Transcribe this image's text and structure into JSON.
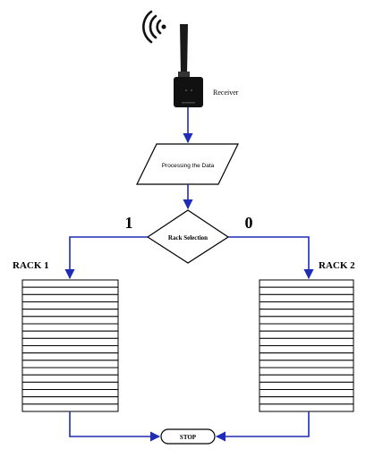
{
  "receiver": {
    "label": "Receiver",
    "icon": "wireless-receiver-icon",
    "signal_icon": "wifi-signal-icon"
  },
  "process": {
    "label": "Processing the Data"
  },
  "decision": {
    "label": "Rack Selection",
    "left_branch": "1",
    "right_branch": "0"
  },
  "racks": [
    {
      "label": "RACK 1",
      "shelves": 18
    },
    {
      "label": "RACK 2",
      "shelves": 18
    }
  ],
  "terminator": {
    "label": "STOP"
  },
  "colors": {
    "connector": "#1f2db5",
    "outline": "#000000",
    "device": "#111111"
  }
}
